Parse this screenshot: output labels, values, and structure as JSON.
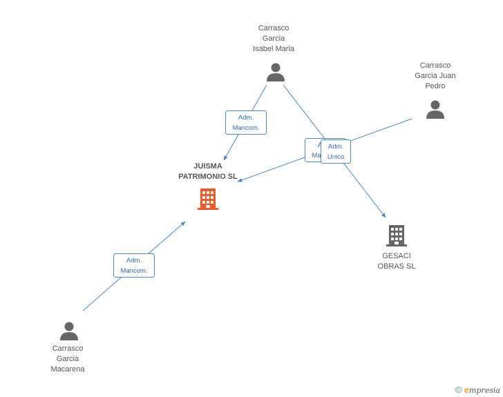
{
  "nodes": {
    "isabel": {
      "lines": [
        "Carrasco",
        "Garcia",
        "Isabel Maria"
      ],
      "kind": "person"
    },
    "juan": {
      "lines": [
        "Carrasco",
        "Garcia Juan",
        "Pedro"
      ],
      "kind": "person"
    },
    "macarena": {
      "lines": [
        "Carrasco",
        "Garcia",
        "Macarena"
      ],
      "kind": "person"
    },
    "juisma": {
      "lines": [
        "JUISMA",
        "PATRIMONIO SL"
      ],
      "kind": "company",
      "color": "#f05a28"
    },
    "gesaci": {
      "lines": [
        "GESACI",
        "OBRAS SL"
      ],
      "kind": "company",
      "color": "#666666"
    }
  },
  "edges": {
    "isabel_juisma": {
      "lines": [
        "Adm.",
        "Mancom."
      ]
    },
    "juan_juisma": {
      "lines": [
        "Adm.",
        "Mancom."
      ]
    },
    "juan_gesaci": {
      "lines": [
        "Adm.",
        "Unico"
      ]
    },
    "macarena_juisma": {
      "lines": [
        "Adm.",
        "Mancom."
      ]
    }
  },
  "footer": {
    "copyright": "©",
    "brand_e": "e",
    "brand_rest": "mpresia"
  },
  "colors": {
    "edge": "#4a86c8",
    "person_icon": "#666666",
    "focus_company": "#f05a28"
  }
}
